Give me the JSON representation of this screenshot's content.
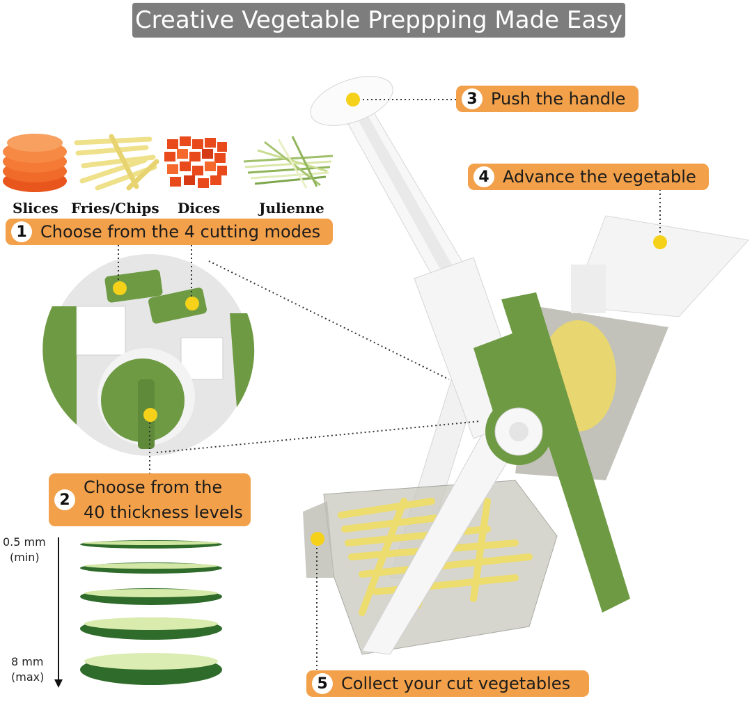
{
  "title": "Creative Vegetable Preppping Made Easy",
  "steps": [
    {
      "num": "1",
      "text": "Choose from the 4 cutting modes"
    },
    {
      "num": "2",
      "line1": "Choose from the",
      "line2": "40 thickness levels"
    },
    {
      "num": "3",
      "text": "Push the handle"
    },
    {
      "num": "4",
      "text": "Advance the vegetable"
    },
    {
      "num": "5",
      "text": "Collect your cut vegetables"
    }
  ],
  "modes": [
    "Slices",
    "Fries/Chips",
    "Dices",
    "Julienne"
  ],
  "thickness": {
    "min_value": "0.5 mm",
    "min_note": "(min)",
    "max_value": "8 mm",
    "max_note": "(max)"
  },
  "colors": {
    "accent": "#f2a04a",
    "banner": "#7d7d7d",
    "green": "#6e9a43",
    "dot": "#f5d11a"
  }
}
